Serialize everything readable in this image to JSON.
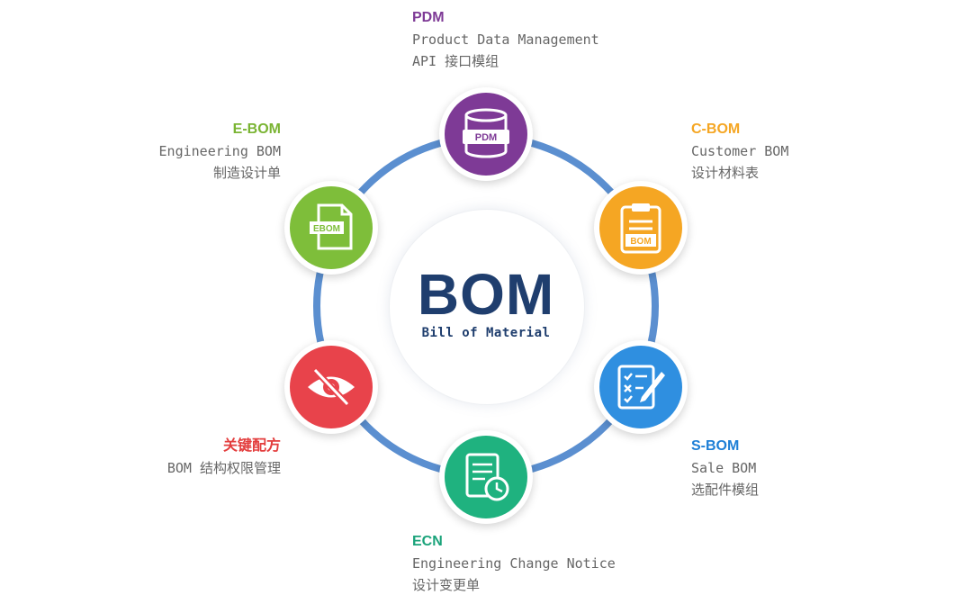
{
  "center": {
    "title": "BOM",
    "subtitle": "Bill of Material"
  },
  "nodes": [
    {
      "id": "pdm",
      "head": "PDM",
      "line1": "Product Data Management",
      "line2": "API 接口模组",
      "color": "#7e3a96",
      "head_color": "#7e3a96",
      "icon": "database-icon",
      "icon_text": "PDM"
    },
    {
      "id": "cbom",
      "head": "C-BOM",
      "line1": "Customer BOM",
      "line2": "设计材料表",
      "color": "#f5a623",
      "head_color": "#f5a623",
      "icon": "clipboard-icon",
      "icon_text": "BOM"
    },
    {
      "id": "sbom",
      "head": "S-BOM",
      "line1": "Sale BOM",
      "line2": "选配件模组",
      "color": "#2f8fe0",
      "head_color": "#1e7fd6",
      "icon": "checklist-edit-icon"
    },
    {
      "id": "ecn",
      "head": "ECN",
      "line1": "Engineering Change Notice",
      "line2": "设计变更单",
      "color": "#1fb27f",
      "head_color": "#1aa37a",
      "icon": "document-clock-icon"
    },
    {
      "id": "keyrecipe",
      "head": "关键配方",
      "line1": "BOM 结构权限管理",
      "line2": "",
      "color": "#e8434b",
      "head_color": "#e33d3d",
      "icon": "eye-off-icon"
    },
    {
      "id": "ebom",
      "head": "E-BOM",
      "line1": "Engineering BOM",
      "line2": "制造设计单",
      "color": "#7ebe3a",
      "head_color": "#7ab433",
      "icon": "ebom-file-icon",
      "icon_text": "EBOM"
    }
  ],
  "ring_color": "#5b8fd0"
}
